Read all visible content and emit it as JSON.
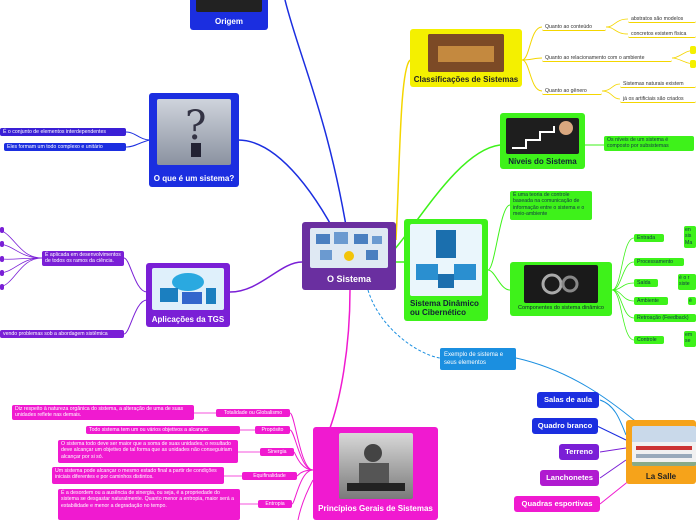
{
  "central": {
    "title": "O Sistema"
  },
  "origem": {
    "title": "Origem"
  },
  "what_is": {
    "title": "O que é um sistema?",
    "items": [
      "É o conjunto de elementos interdependentes",
      "Eles formam um todo complexo e unitário"
    ]
  },
  "applications": {
    "title": "Aplicações da TGS",
    "items": [
      "É aplicada em desenvolvimentos de todos os ramos da ciência.",
      "vendo problemas sob a abordagem sistêmica"
    ]
  },
  "principles": {
    "title": "Princípios Gerais de Sistemas",
    "items": [
      {
        "label": "Totalidade ou Globalismo",
        "desc": "Diz respeito à natureza orgânica do sistema, a alteração de uma de suas unidades reflete nas demais."
      },
      {
        "label": "Propósito",
        "desc": "Todo sistema tem um ou vários objetivos a alcançar."
      },
      {
        "label": "Sinergia",
        "desc": "O sistema todo deve ser maior que a soma de suas unidades, o resultado deve alcançar um objetivo de tal forma que as unidades não conseguiriam alcançar por si só."
      },
      {
        "label": "Equifinalidade",
        "desc": "Um sistema pode alcançar o mesmo estado final a partir de condições iniciais diferentes e por caminhos distintos."
      },
      {
        "label": "Entropia",
        "desc": "É a desordem ou a ausência de sinergia, ou seja, é a propriedade do sistema se desgastar naturalmente. Quanto menor a entropia, maior será a estabilidade e menor a degradação no tempo."
      }
    ]
  },
  "classifications": {
    "title": "Classificações de Sistemas",
    "groups": [
      {
        "label": "Quanto ao conteúdo",
        "items": [
          "abstratos são modelos",
          "concretos existem física"
        ]
      },
      {
        "label": "Quanto ao relacionamento com o ambiente",
        "items": [
          "",
          ""
        ]
      },
      {
        "label": "Quanto ao gênero",
        "items": [
          "Sistemas naturais existem",
          "já os artificiais são criados"
        ]
      }
    ]
  },
  "levels": {
    "title": "Níveis do Sistema",
    "desc": "Os níveis de um sistema é composto por subsistemas"
  },
  "dynamic": {
    "title": "Sistema Dinâmico ou Cibernético",
    "desc": "É uma teoria de controle baseada na comunicação de informação entre o sistema e o meio-ambiente",
    "components": {
      "title": "Componentes do sistema dinâmico",
      "items": [
        {
          "label": "Entrada",
          "detail": "en sis Ma"
        },
        {
          "label": "Processamento",
          "detail": ""
        },
        {
          "label": "Saída",
          "detail": "é o r siste"
        },
        {
          "label": "Ambiente",
          "detail": "é"
        },
        {
          "label": "Retroação (Feedback)",
          "detail": ""
        },
        {
          "label": "Controle",
          "detail": "em se"
        }
      ]
    }
  },
  "example": {
    "label": "Exemplo de sistema e seus elementos",
    "hub": "La Salle",
    "items": [
      "Salas de aula",
      "Quadro branco",
      "Terreno",
      "Lanchonetes",
      "Quadras esportivas"
    ]
  },
  "colors": {
    "yellow": "#f4f000",
    "green": "#3ef21a",
    "purple": "#7a1fd6",
    "pink": "#f01ad0",
    "blue": "#1b2ee0",
    "orange": "#f6a31a",
    "central": "#6a2fa0"
  }
}
